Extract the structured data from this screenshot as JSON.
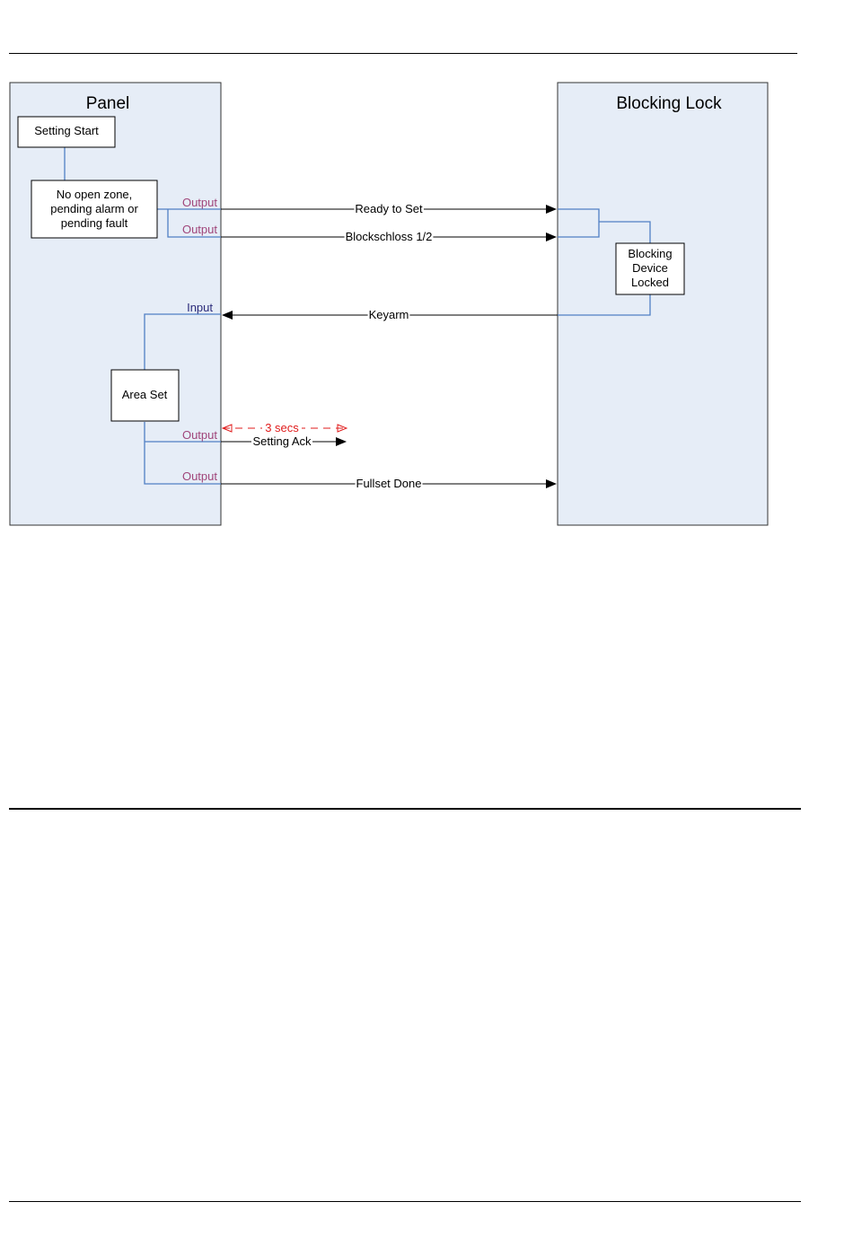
{
  "lanes": {
    "panel_title": "Panel",
    "lock_title": "Blocking Lock"
  },
  "boxes": {
    "setting_start": "Setting Start",
    "no_open_zone": [
      "No open zone,",
      "pending alarm or",
      "pending fault"
    ],
    "area_set": "Area Set",
    "blocking_device": [
      "Blocking",
      "Device",
      "Locked"
    ]
  },
  "ports": {
    "output": "Output",
    "input": "Input"
  },
  "signals": {
    "ready_to_set": "Ready to Set",
    "blockschloss": "Blockschloss 1/2",
    "keyarm": "Keyarm",
    "three_secs": "3 secs",
    "setting_ack": "Setting Ack",
    "fullset_done": "Fullset Done"
  },
  "colors": {
    "lane_fill": "#e6edf7",
    "connector": "#4f7fc4",
    "output_label": "#a0457a",
    "input_label": "#2b2b7a",
    "timing": "#e01b1b"
  }
}
